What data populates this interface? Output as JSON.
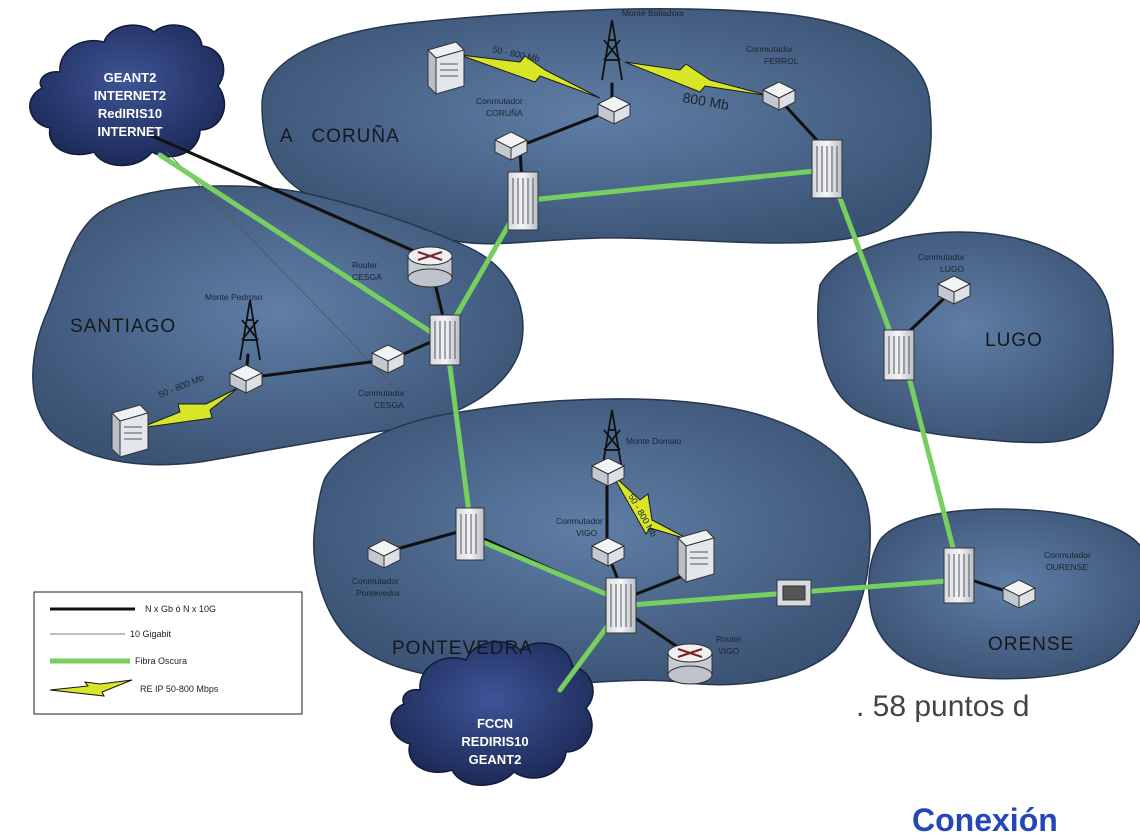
{
  "clouds": {
    "top": [
      "GEANT2",
      "INTERNET2",
      "RedIRIS10",
      "INTERNET"
    ],
    "bottom": [
      "FCCN",
      "REDIRIS10",
      "GEANT2"
    ]
  },
  "regions": {
    "coruna": "A   CORUÑA",
    "santiago": "SANTIAGO",
    "lugo": "LUGO",
    "pontevedra": "PONTEVEDRA",
    "orense": "ORENSE"
  },
  "device_labels": {
    "monte_bailadora": "Monte Bailadora",
    "conmutador_coruna": [
      "Conmutador",
      "CORUÑA"
    ],
    "conmutador_ferrol": [
      "Conmutador",
      "FERROL"
    ],
    "router_cesga": [
      "Router",
      "CESGA"
    ],
    "monte_pedroso": "Monte Pedroso",
    "conmutador_cesga": [
      "Conmutador",
      "CESGA"
    ],
    "conmutador_lugo": [
      "Conmutador",
      "LUGO"
    ],
    "monte_domaio": "Monte Domaio",
    "conmutador_vigo": [
      "Conmutador",
      "VIGO"
    ],
    "conmutador_pontevedra": [
      "Conmutador",
      "Pontevedra"
    ],
    "router_vigo": [
      "Router",
      "VIGO"
    ],
    "conmutador_ourense": [
      "Conmutador",
      "OURENSE"
    ]
  },
  "link_labels": {
    "coruna_radio": "50 - 800 Mb",
    "ferrol_radio": "800 Mb",
    "santiago_radio": "50 - 800 Mb",
    "vigo_radio": "50 - 800 Mb"
  },
  "legend": [
    {
      "label": "N x Gb  ó N x 10G",
      "style": "thick-black"
    },
    {
      "label": "10 Gigabit",
      "style": "thin-black"
    },
    {
      "label": "Fibra Oscura",
      "style": "green"
    },
    {
      "label": "RE IP 50-800 Mbps",
      "style": "radio"
    }
  ],
  "caption": ". 58 puntos d",
  "bottom_heading": "Conexión",
  "colors": {
    "region_fill": "#4f6b8f",
    "cloud_fill": "#2e3f73",
    "fiber": "#76cf5e",
    "radio_bolt": "#d9e628",
    "heading": "#2446b8"
  }
}
